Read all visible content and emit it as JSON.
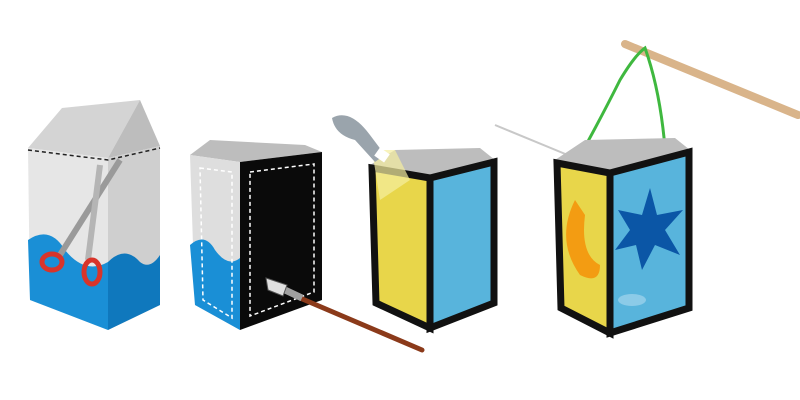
{
  "colors": {
    "background": "#ffffff",
    "carton_white": "#e6e6e6",
    "carton_side": "#cfcfcf",
    "water_blue": "#1a8fd6",
    "frame_black": "#111111",
    "panel_yellow": "#e8d64a",
    "panel_blue": "#58b4dc",
    "moon_orange": "#f39c12",
    "star_blue": "#0b56a6",
    "string_green": "#3fb83f",
    "stick_wood": "#d9b48a",
    "brush_handle": "#8b3a1a",
    "scissor_red": "#d8342a"
  },
  "scene": {
    "steps": [
      "carton-cut",
      "box-painted",
      "lantern-glued",
      "lantern-finished"
    ]
  }
}
